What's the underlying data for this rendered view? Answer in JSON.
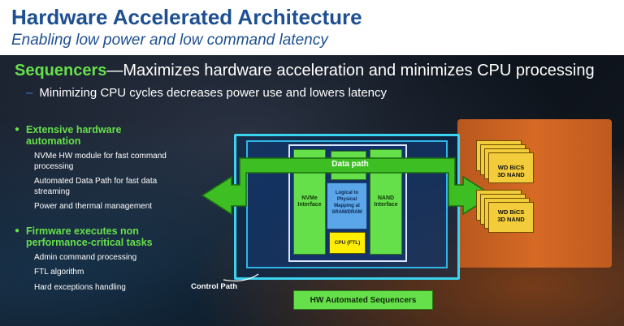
{
  "header": {
    "title": "Hardware Accelerated Architecture",
    "subtitle": "Enabling low power and low command latency"
  },
  "headline": {
    "emph": "Sequencers",
    "rest": "—Maximizes hardware acceleration and minimizes CPU processing"
  },
  "sub_bullet": {
    "dash": "–",
    "text": "Minimizing CPU cycles decreases power use and lowers latency"
  },
  "left_list": {
    "groups": [
      {
        "heading_line1": "Extensive hardware",
        "heading_line2": "automation",
        "items": [
          "NVMe HW module for fast command processing",
          "Automated Data Path for fast data streaming",
          "Power and thermal management"
        ]
      },
      {
        "heading_line1": "Firmware executes non",
        "heading_line2": "performance-critical tasks",
        "items": [
          "Admin command processing",
          "FTL algorithm",
          "Hard exceptions handling"
        ]
      }
    ]
  },
  "diagram": {
    "data_path_label": "Data path",
    "nvme_label": "NVMe Interface",
    "nand_if_label": "NAND Interface",
    "mapping_label": "Logical to Physical Mapping at SRAM/DRAM",
    "cpu_label": "CPU (FTL)",
    "nand_chip_label_1": "WD BiCS",
    "nand_chip_label_2": "3D NAND",
    "control_path_label": "Control Path",
    "hw_sequencers_label": "HW Automated Sequencers"
  },
  "colors": {
    "title_blue": "#1d4f91",
    "accent_green": "#66e04a",
    "chip_cyan": "#3bd4f0",
    "ssd_orange": "#d66a25",
    "nand_yellow": "#f2cc3a",
    "cpu_yellow": "#ffee00"
  }
}
